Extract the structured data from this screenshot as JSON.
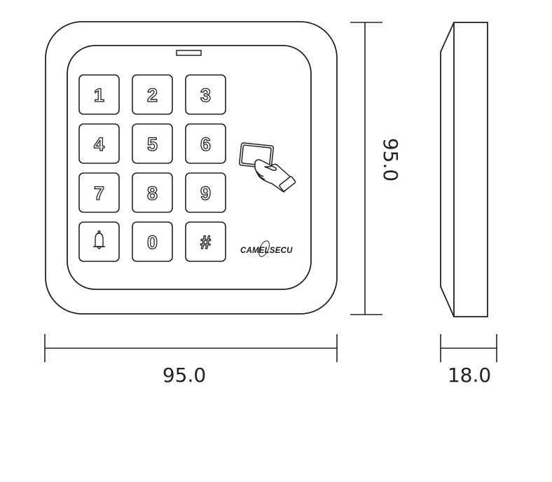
{
  "diagram": {
    "type": "technical-dimension-drawing",
    "subject": "keypad access control reader",
    "colors": {
      "line": "#222222",
      "background": "#ffffff"
    }
  },
  "front_view": {
    "brand_logo": "CAMELSECU",
    "keys": [
      {
        "label": "1",
        "icon": null
      },
      {
        "label": "2",
        "icon": null
      },
      {
        "label": "3",
        "icon": null
      },
      {
        "label": "4",
        "icon": null
      },
      {
        "label": "5",
        "icon": null
      },
      {
        "label": "6",
        "icon": null
      },
      {
        "label": "7",
        "icon": null
      },
      {
        "label": "8",
        "icon": null
      },
      {
        "label": "9",
        "icon": null
      },
      {
        "label": "",
        "icon": "bell-icon"
      },
      {
        "label": "0",
        "icon": null
      },
      {
        "label": "#",
        "icon": null
      }
    ],
    "indicator": "led-indicator",
    "card_reader_icon": "hand-card-icon"
  },
  "dimensions": {
    "width": "95.0",
    "height": "95.0",
    "depth": "18.0"
  }
}
